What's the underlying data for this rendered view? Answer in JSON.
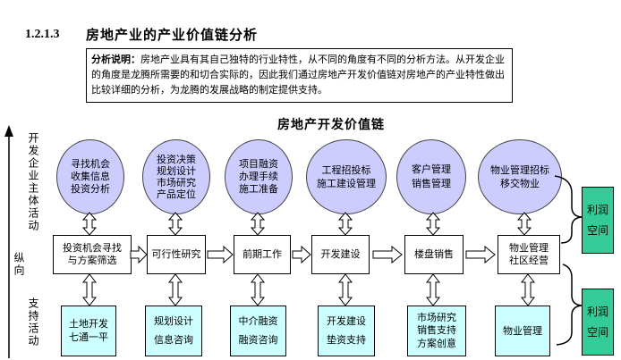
{
  "page": {
    "section_number": "1.2.1.3",
    "section_title": "房地产业的产业价值链分析",
    "note": {
      "label": "分析说明：",
      "text": "房地产业具有其自己独特的行业特性，从不同的角度有不同的分析方法。从开发企业的角度是龙腾所需要的和切合实际的，因此我们通过房地产开发价值链对房地产的产业特性做出比较详细的分析，为龙腾的发展战略的制定提供支持。"
    }
  },
  "diagram": {
    "title": "房地产开发价值链",
    "axis_labels": {
      "primary_activities": "开发企业主体活动",
      "vertical": "纵向",
      "support_activities": "支持活动"
    },
    "columns": [
      {
        "ellipse": "寻找机会\n收集信息\n投资分析",
        "process": "投资机会寻找\n与方案筛选",
        "support": "土地开发\n七通一平"
      },
      {
        "ellipse": "投资决策\n规划设计\n市场研究\n产品定位",
        "process": "可行性研究",
        "support": "规划设计\n信息咨询"
      },
      {
        "ellipse": "项目融资\n办理手续\n施工准备",
        "process": "前期工作",
        "support": "中介融资\n融资咨询"
      },
      {
        "ellipse": "工程招投标\n施工建设管理",
        "process": "开发建设",
        "support": "开发建设\n垫资支持"
      },
      {
        "ellipse": "客户管理\n销售管理",
        "process": "楼盘销售",
        "support": "市场研究\n销售支持\n方案创意"
      },
      {
        "ellipse": "物业管理招标\n移交物业",
        "process": "物业管理\n社区经营",
        "support": "物业管理"
      }
    ],
    "profit_boxes": [
      {
        "label": "利润\n空间"
      },
      {
        "label": "利润\n空间"
      }
    ],
    "colors": {
      "ellipse_fill": "#ccccff",
      "support_fill": "#ccffff",
      "profit_fill": "#33cc99",
      "border": "#000000",
      "background": "#ffffff"
    }
  }
}
